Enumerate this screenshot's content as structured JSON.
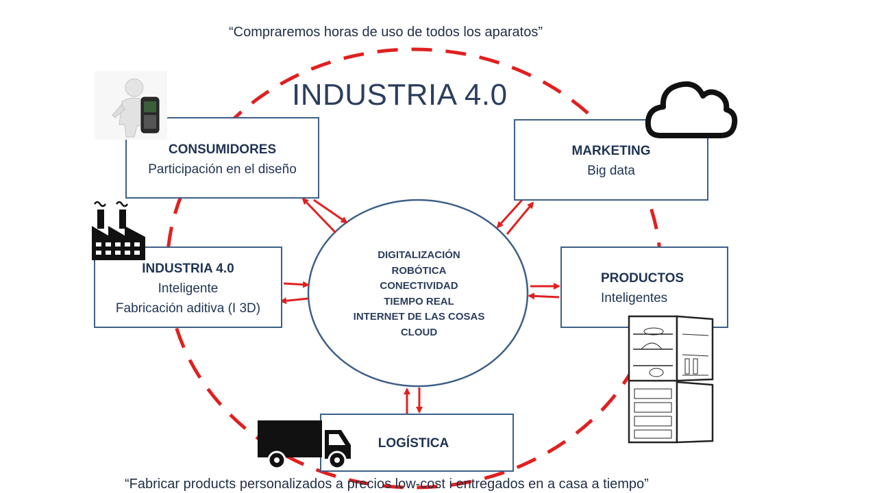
{
  "quotes": {
    "top": "“Compraremos horas de uso de todos los aparatos”",
    "bottom": "“Fabricar products personalizados a precios low-cost i entregados en a casa a tiempo”"
  },
  "title": "INDUSTRIA 4.0",
  "center": {
    "items": [
      "DIGITALIZACIÓN",
      "ROBÓTICA",
      "CONECTIVIDAD",
      "TIEMPO REAL",
      "INTERNET DE LAS COSAS",
      "CLOUD"
    ]
  },
  "boxes": {
    "consumidores": {
      "title": "CONSUMIDORES",
      "lines": [
        "Participación en el diseño"
      ]
    },
    "marketing": {
      "title": "MARKETING",
      "lines": [
        "Big data"
      ]
    },
    "industria": {
      "title": "INDUSTRIA 4.0",
      "lines": [
        "Inteligente",
        "Fabricación aditiva (I 3D)"
      ]
    },
    "productos": {
      "title": "PRODUCTOS",
      "lines": [
        "Inteligentes"
      ]
    },
    "logistica": {
      "title": "LOGÍSTICA",
      "lines": []
    }
  },
  "colors": {
    "dashed_ring": "#e02020",
    "arrows": "#e02020",
    "box_border": "#3d5f86",
    "text": "#1f3353"
  },
  "icons": {
    "consumer": "person-with-phone-icon",
    "cloud": "cloud-icon",
    "factory": "factory-icon",
    "fridge": "refrigerator-icon",
    "truck": "truck-icon"
  }
}
